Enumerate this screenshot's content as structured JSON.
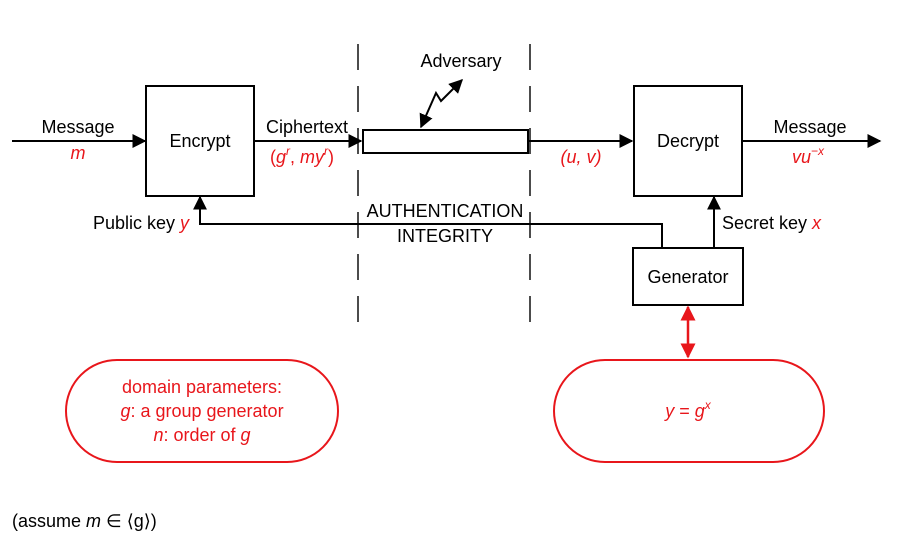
{
  "left_channel": {
    "label": "Message",
    "value": "m"
  },
  "encrypt": {
    "label": "Encrypt"
  },
  "ciphertext": {
    "label": "Ciphertext",
    "open": "(",
    "g": "g",
    "r1": "r",
    "sep": ", ",
    "my": "my",
    "r2": "r",
    "close": ")"
  },
  "adversary": {
    "label": "Adversary"
  },
  "received": {
    "value": "(u, v)"
  },
  "decrypt": {
    "label": "Decrypt"
  },
  "right_channel": {
    "label": "Message",
    "vu": "vu",
    "exp": "−x"
  },
  "public_key": {
    "label": "Public key ",
    "var": "y"
  },
  "secret_key": {
    "label": "Secret key ",
    "var": "x"
  },
  "channel_properties": {
    "line1": "AUTHENTICATION",
    "line2": "INTEGRITY"
  },
  "generator": {
    "label": "Generator"
  },
  "domain_parameters": {
    "title": "domain parameters:",
    "g_var": "g",
    "g_text": ": a group generator",
    "n_var": "n",
    "n_text": ": order of ",
    "n_g": "g"
  },
  "key_relation": {
    "lhs": "y",
    "eq": " = ",
    "base": "g",
    "exp": "x"
  },
  "assumption": {
    "pre": "(assume ",
    "m": "m",
    "in": " ∈ ",
    "set": "⟨g⟩",
    "post": ")"
  },
  "colors": {
    "accent": "#e8161b",
    "ink": "#000000"
  }
}
